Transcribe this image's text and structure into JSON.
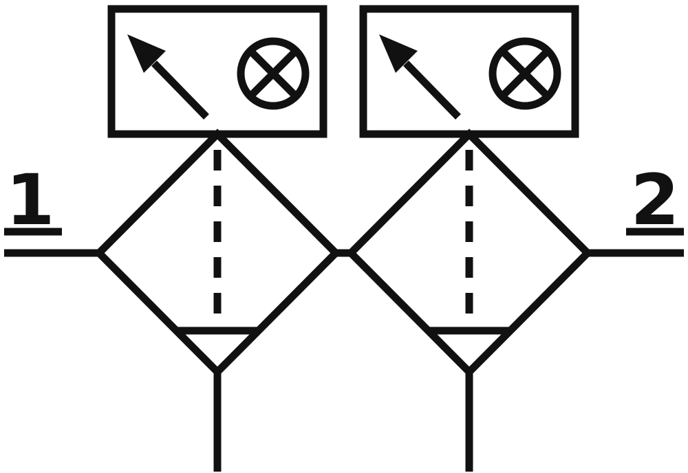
{
  "diagram": {
    "type": "pneumatic-schematic-symbol",
    "description": "Two filter-regulator units with pressure gauges in series (FRL combination)",
    "ports": {
      "inlet_label": "1",
      "outlet_label": "2"
    },
    "colors": {
      "stroke": "#111111",
      "background": "#ffffff"
    },
    "icons": [
      "regulator-arrow-icon",
      "gauge-circle-x-icon",
      "filter-diamond",
      "separator-triangle-chord",
      "condensate-dashed-line",
      "drain-line",
      "flow-line"
    ]
  }
}
